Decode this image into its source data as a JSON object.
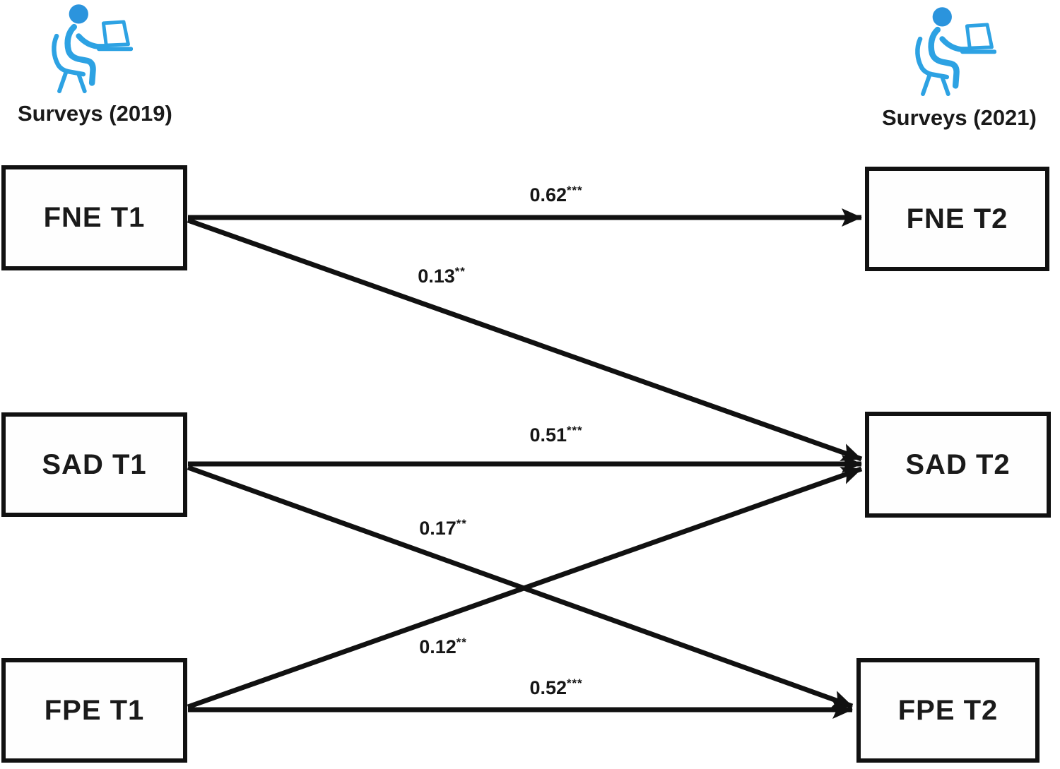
{
  "diagram": {
    "left_header": "Surveys (2019)",
    "right_header": "Surveys (2021)",
    "boxes": {
      "fne_t1": "FNE T1",
      "sad_t1": "SAD T1",
      "fpe_t1": "FPE T1",
      "fne_t2": "FNE T2",
      "sad_t2": "SAD T2",
      "fpe_t2": "FPE T2"
    },
    "paths": [
      {
        "from": "FNE T1",
        "to": "FNE T2",
        "value": "0.62",
        "stars": "***"
      },
      {
        "from": "FNE T1",
        "to": "SAD T2",
        "value": "0.13",
        "stars": "**"
      },
      {
        "from": "SAD T1",
        "to": "SAD T2",
        "value": "0.51",
        "stars": "***"
      },
      {
        "from": "SAD T1",
        "to": "FPE T2",
        "value": "0.17",
        "stars": "**"
      },
      {
        "from": "FPE T1",
        "to": "SAD T2",
        "value": "0.12",
        "stars": "**"
      },
      {
        "from": "FPE T1",
        "to": "FPE T2",
        "value": "0.52",
        "stars": "***"
      }
    ],
    "icons": {
      "left": "person-working-on-laptop-icon",
      "right": "person-working-on-laptop-icon"
    },
    "colors": {
      "icon_blue": "#2da2e3",
      "icon_head_blue": "#2b94dd",
      "line_black": "#111111"
    }
  }
}
